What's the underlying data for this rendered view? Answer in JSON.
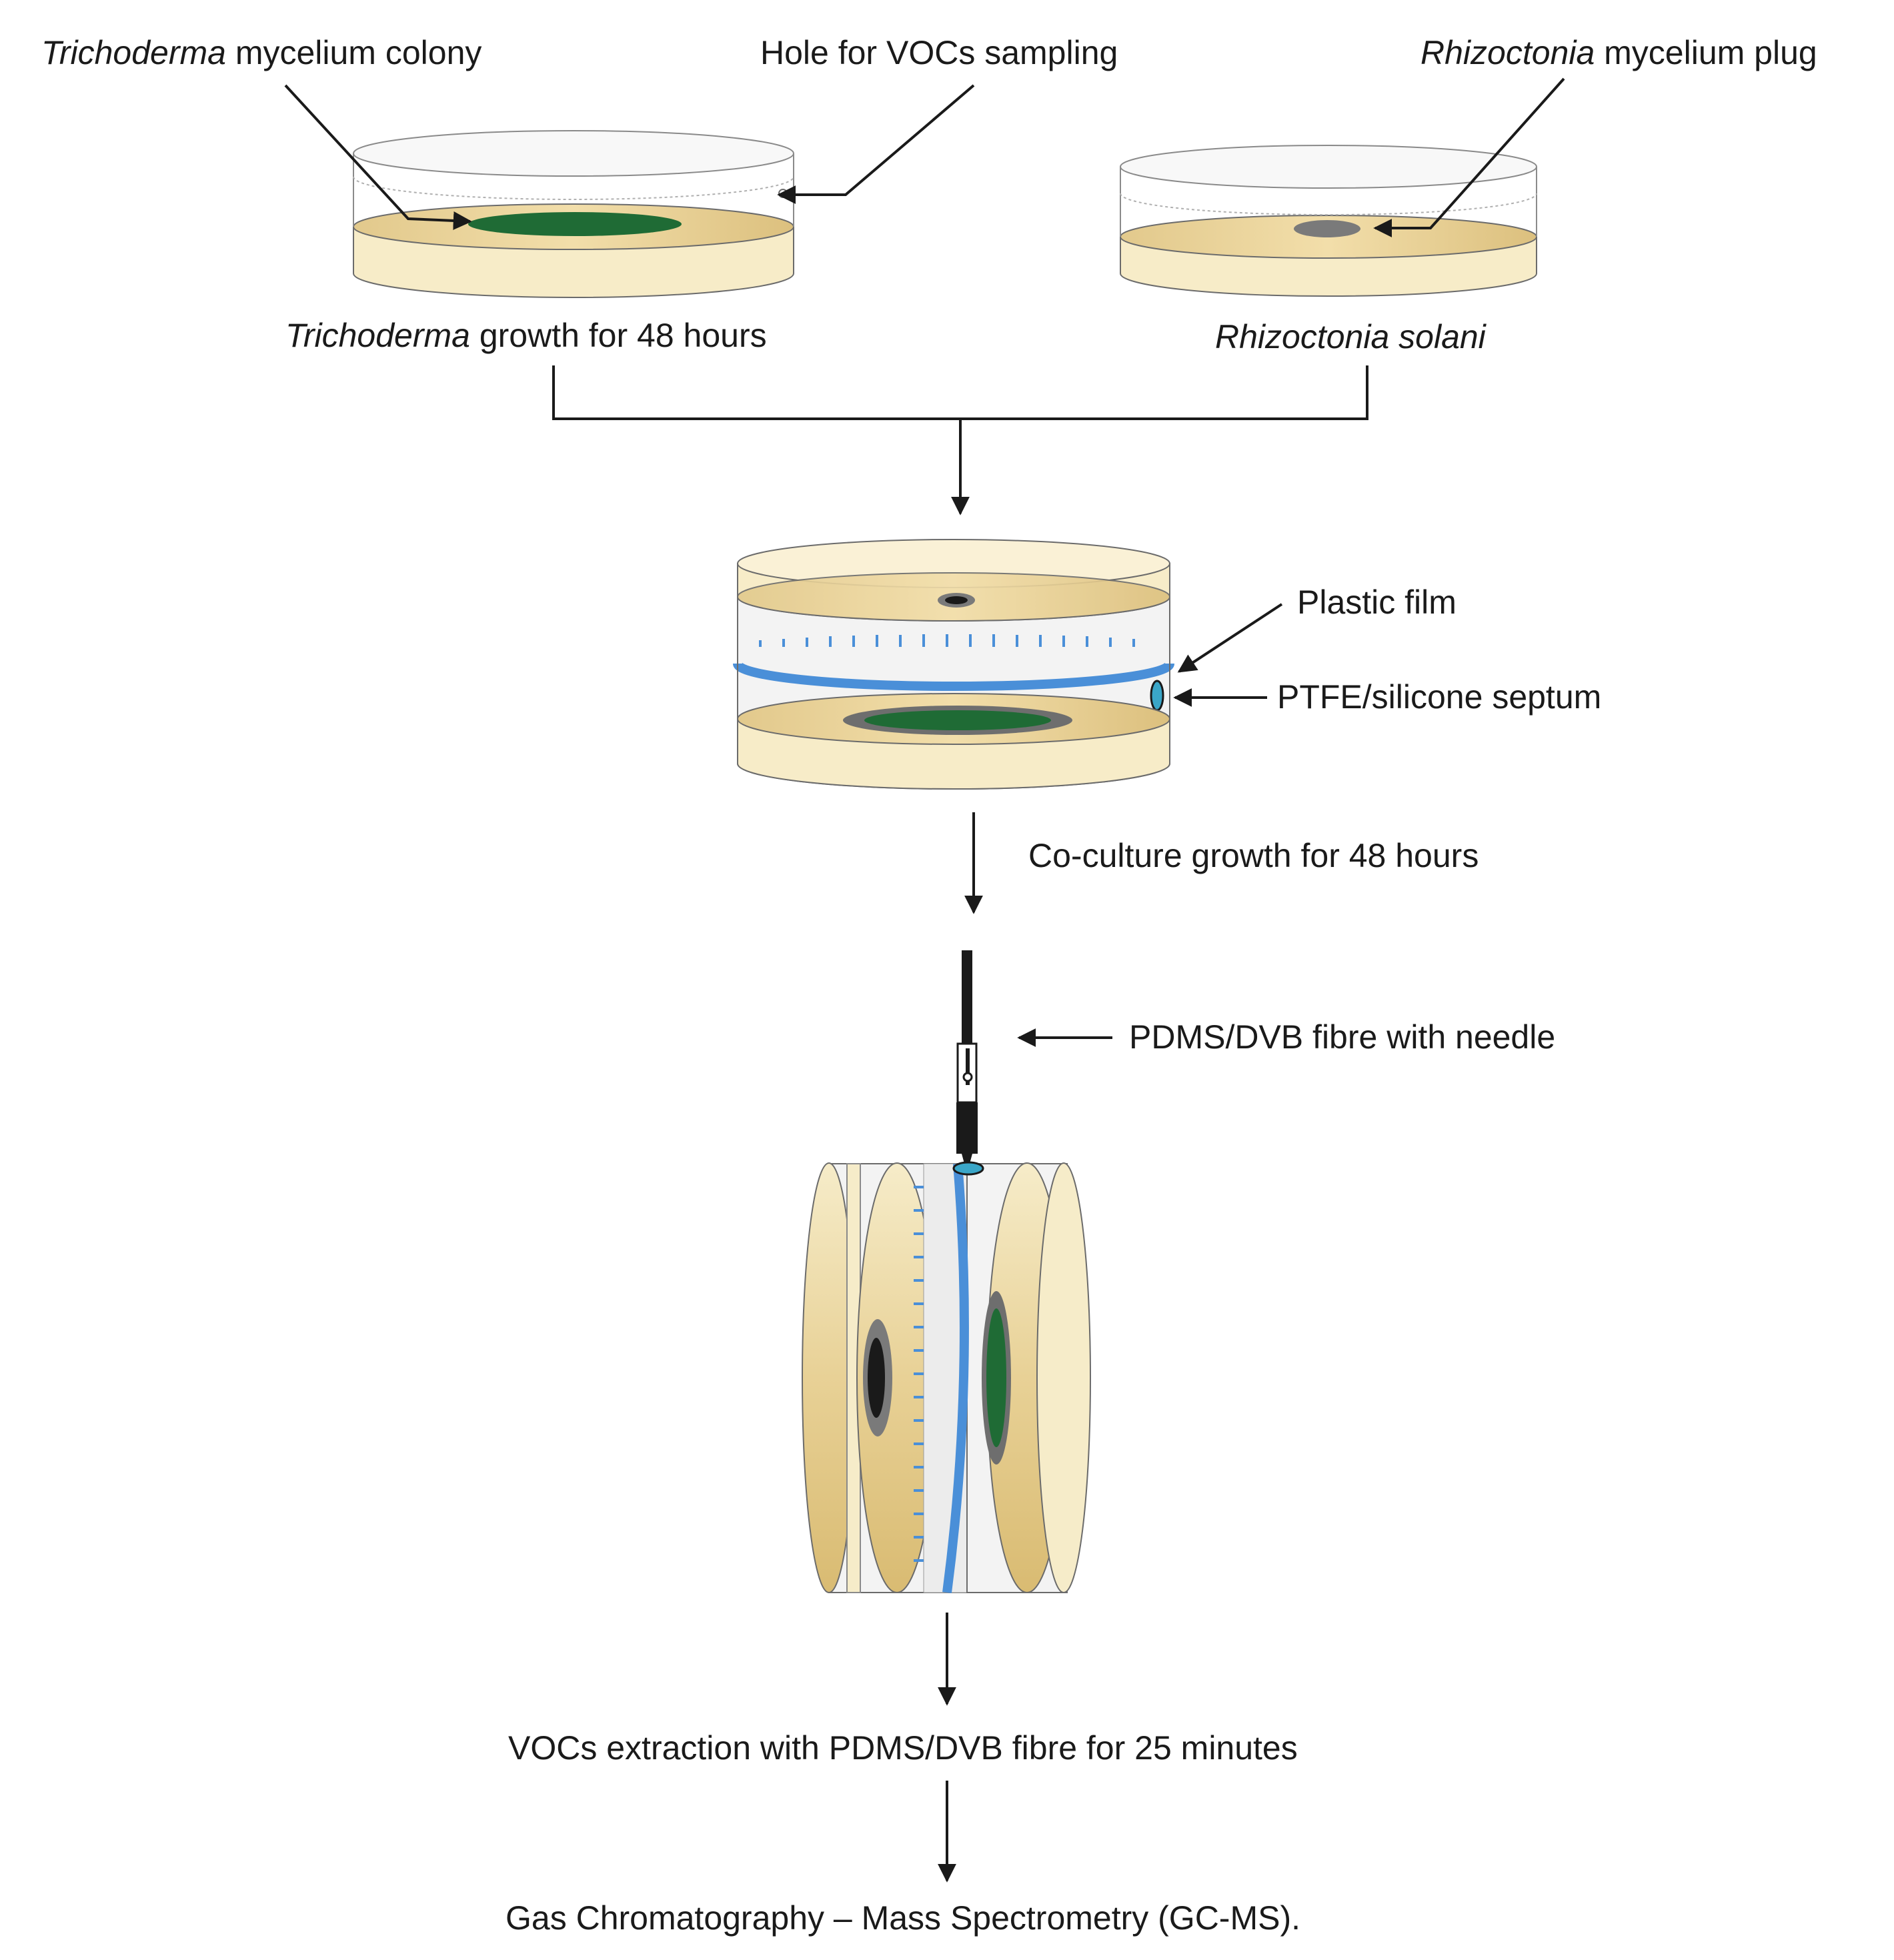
{
  "labels": {
    "trichoderma_colony": {
      "italic": "Trichoderma",
      "rest": " mycelium colony"
    },
    "hole_vocs": "Hole for VOCs sampling",
    "rhizoctonia_plug": {
      "italic": "Rhizoctonia",
      "rest": " mycelium plug"
    },
    "trichoderma_growth": {
      "italic": "Trichoderma",
      "rest": " growth for 48 hours"
    },
    "rhizoctonia_solani": "Rhizoctonia solani",
    "plastic_film": "Plastic film",
    "ptfe_septum": "PTFE/silicone septum",
    "coculture_growth": "Co-culture growth for 48 hours",
    "pdms_fibre": "PDMS/DVB fibre with needle",
    "vocs_extraction": "VOCs extraction with PDMS/DVB fibre for 25 minutes",
    "gcms": "Gas Chromatography – Mass Spectrometry (GC-MS)."
  },
  "colors": {
    "agar_light": "#f6ecc9",
    "agar_dark": "#dcc07e",
    "trichoderma_green": "#1f6b35",
    "rhizoctonia_grey": "#7a7a7a",
    "film_blue": "#4a8fd8",
    "septum_cyan": "#3aa6c8",
    "glass": "#f3f3f3",
    "line": "#1a1a1a"
  }
}
